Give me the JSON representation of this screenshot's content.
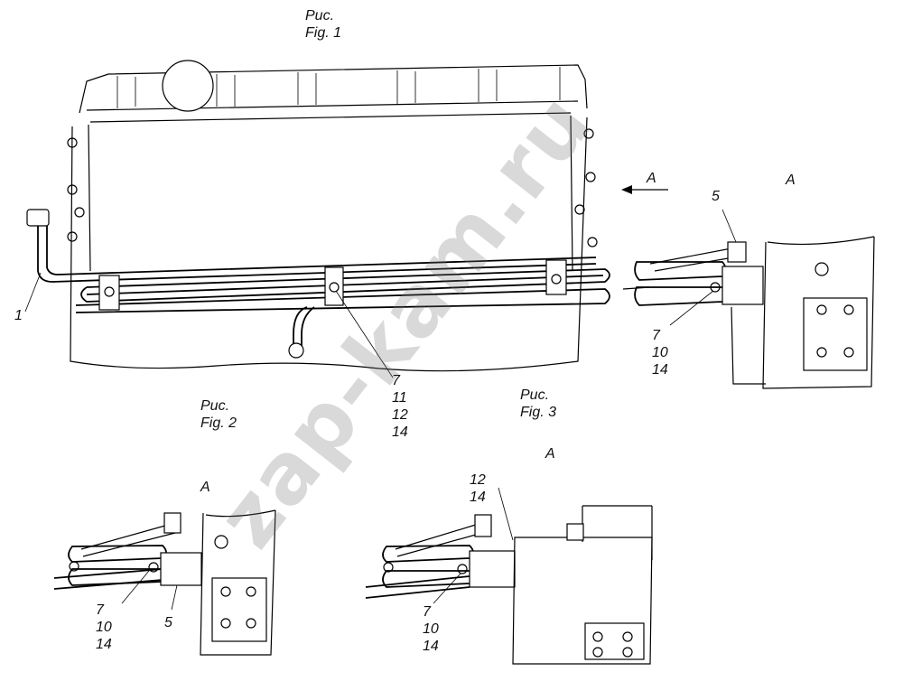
{
  "watermark": "zap-kam.ru",
  "fig1": {
    "ru": "Рис.",
    "en": "Fig.",
    "num": "1"
  },
  "fig2": {
    "ru": "Рис.",
    "en": "Fig.",
    "num": "2"
  },
  "fig3": {
    "ru": "Рис.",
    "en": "Fig.",
    "num": "3"
  },
  "view_arrow_label": "A",
  "view_a_top": "A",
  "view_a_fig2": "A",
  "view_a_fig3": "A",
  "callouts": {
    "main_left": "1",
    "main_center": [
      "7",
      "11",
      "12",
      "14"
    ],
    "top_right_5": "5",
    "top_right_stack": [
      "7",
      "10",
      "14"
    ],
    "fig2_stack": [
      "7",
      "10",
      "14"
    ],
    "fig2_5": "5",
    "fig3_top": [
      "12",
      "14"
    ],
    "fig3_stack": [
      "7",
      "10",
      "14"
    ]
  }
}
